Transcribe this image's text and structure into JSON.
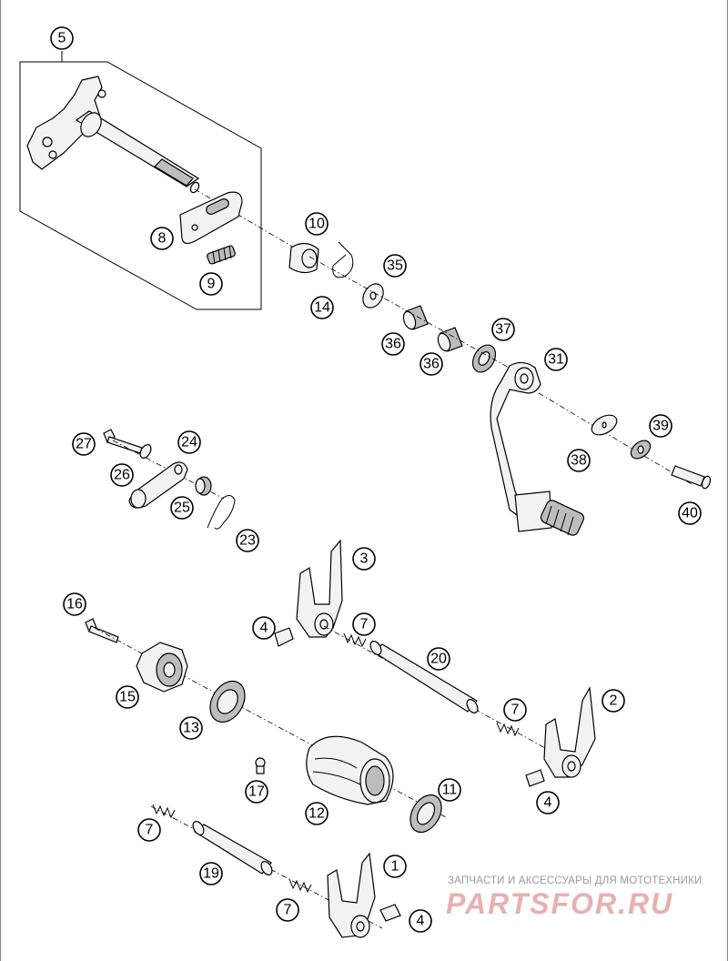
{
  "diagram": {
    "callouts": [
      "5",
      "8",
      "9",
      "10",
      "14",
      "35",
      "36",
      "36",
      "37",
      "31",
      "38",
      "39",
      "40",
      "27",
      "24",
      "26",
      "25",
      "23",
      "3",
      "4",
      "7",
      "20",
      "16",
      "15",
      "13",
      "17",
      "12",
      "11",
      "2",
      "7",
      "4",
      "7",
      "19",
      "7",
      "1",
      "4"
    ]
  },
  "watermark": {
    "tagline": "ЗАПЧАСТИ И АКСЕССУАРЫ ДЛЯ МОТОТЕХНИКИ",
    "brand": "PARTSFOR.RU",
    "brand_color": "#e8b0b0"
  }
}
